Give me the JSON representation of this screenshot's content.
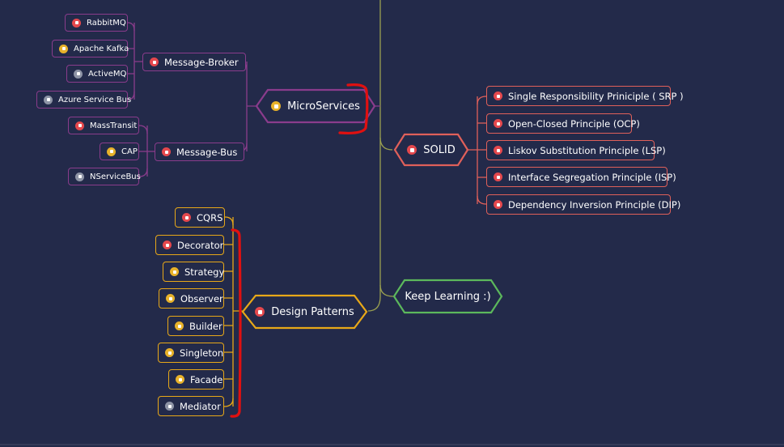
{
  "colors": {
    "background": "#232a4a",
    "microservices_branch": "#8a3c8c",
    "solid_branch": "#e0605a",
    "design_branch": "#e8a818",
    "keep_branch": "#5cb85c",
    "trunk": "#9aa050",
    "flag_red": "#e5484d",
    "flag_yellow": "#e8b22a",
    "flag_gray": "#8e94a6",
    "annotation": "#e01010"
  },
  "microservices": {
    "label": "MicroServices",
    "flag": "yellow",
    "groups": [
      {
        "label": "Message-Broker",
        "flag": "red",
        "items": [
          {
            "label": "RabbitMQ",
            "flag": "red"
          },
          {
            "label": "Apache Kafka",
            "flag": "yellow"
          },
          {
            "label": "ActiveMQ",
            "flag": "gray"
          },
          {
            "label": "Azure Service Bus",
            "flag": "gray"
          }
        ]
      },
      {
        "label": "Message-Bus",
        "flag": "red",
        "items": [
          {
            "label": "MassTransit",
            "flag": "red"
          },
          {
            "label": "CAP",
            "flag": "yellow"
          },
          {
            "label": "NServiceBus",
            "flag": "gray"
          }
        ]
      }
    ]
  },
  "solid": {
    "label": "SOLID",
    "flag": "red",
    "items": [
      {
        "label": "Single Responsibility Priniciple ( SRP )",
        "flag": "red"
      },
      {
        "label": "Open-Closed Principle (OCP)",
        "flag": "red"
      },
      {
        "label": "Liskov Substitution Principle (LSP)",
        "flag": "red"
      },
      {
        "label": "Interface Segregation Principle (ISP)",
        "flag": "red"
      },
      {
        "label": "Dependency Inversion Principle (DIP)",
        "flag": "red"
      }
    ]
  },
  "design_patterns": {
    "label": "Design Patterns",
    "flag": "red",
    "items": [
      {
        "label": "CQRS",
        "flag": "red"
      },
      {
        "label": "Decorator",
        "flag": "red"
      },
      {
        "label": "Strategy",
        "flag": "yellow"
      },
      {
        "label": "Observer",
        "flag": "yellow"
      },
      {
        "label": "Builder",
        "flag": "yellow"
      },
      {
        "label": "Singleton",
        "flag": "yellow"
      },
      {
        "label": "Facade",
        "flag": "yellow"
      },
      {
        "label": "Mediator",
        "flag": "gray"
      }
    ]
  },
  "keep_learning": {
    "label": "Keep Learning :)"
  }
}
